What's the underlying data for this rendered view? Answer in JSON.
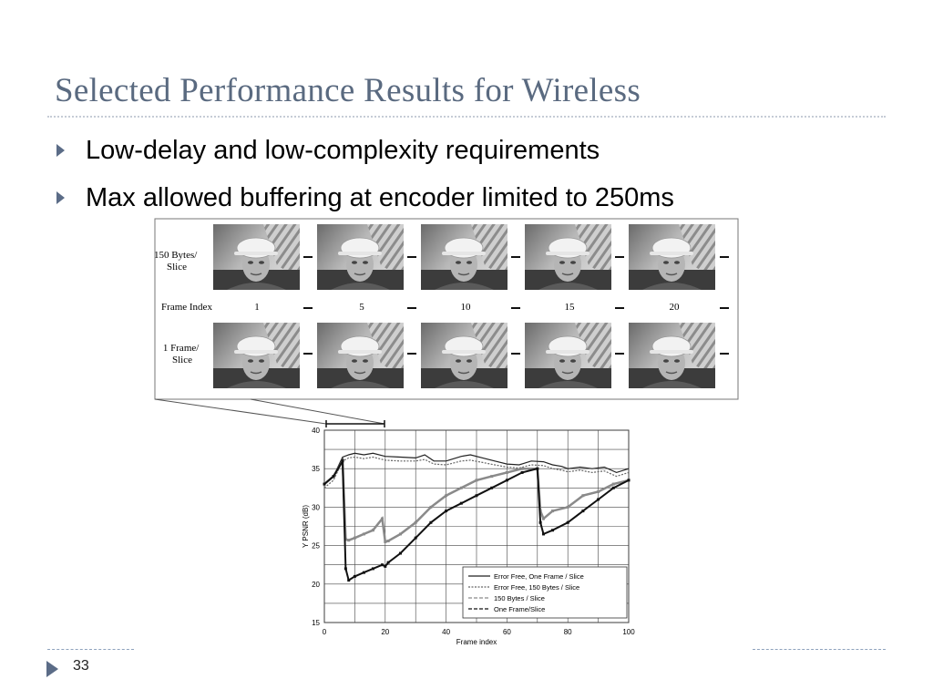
{
  "slide": {
    "title": "Selected Performance Results for Wireless",
    "bullets": [
      "Low-delay and low-complexity requirements",
      "Max allowed buffering at encoder limited to 250ms"
    ],
    "page_number": "33"
  },
  "figure": {
    "row_labels": {
      "top_line1": "150 Bytes/",
      "top_line2": "Slice",
      "middle": "Frame Index",
      "bottom_line1": "1 Frame/",
      "bottom_line2": "Slice"
    },
    "frame_indices": [
      "1",
      "5",
      "10",
      "15",
      "20"
    ]
  },
  "chart_data": {
    "type": "line",
    "xlabel": "Frame index",
    "ylabel": "Y PSNR (dB)",
    "xlim": [
      0,
      100
    ],
    "ylim": [
      15,
      40
    ],
    "xticks": [
      "0",
      "20",
      "40",
      "60",
      "80",
      "100"
    ],
    "yticks": [
      "15",
      "20",
      "25",
      "30",
      "35",
      "40"
    ],
    "grid": true,
    "legend_position": "bottom-right",
    "series": [
      {
        "name": "Error Free, One Frame / Slice",
        "color": "#222222",
        "style": "solid",
        "x": [
          0,
          3,
          6,
          8,
          10,
          13,
          16,
          20,
          25,
          30,
          33,
          36,
          40,
          45,
          48,
          52,
          56,
          60,
          64,
          68,
          72,
          75,
          78,
          80,
          84,
          88,
          92,
          96,
          100
        ],
        "y": [
          33,
          34,
          36.5,
          36.8,
          37,
          36.8,
          37,
          36.6,
          36.5,
          36.4,
          36.8,
          36,
          36,
          36.6,
          36.8,
          36.4,
          36,
          35.6,
          35.5,
          36,
          35.9,
          35.5,
          35.3,
          35,
          35.2,
          35,
          35.2,
          34.5,
          35
        ]
      },
      {
        "name": "Error Free, 150 Bytes / Slice",
        "color": "#666666",
        "style": "dotted",
        "x": [
          0,
          3,
          6,
          8,
          10,
          13,
          16,
          20,
          25,
          30,
          33,
          36,
          40,
          45,
          48,
          52,
          56,
          60,
          64,
          68,
          72,
          75,
          78,
          80,
          84,
          88,
          92,
          96,
          100
        ],
        "y": [
          32.5,
          33.5,
          36,
          36.4,
          36.5,
          36.3,
          36.5,
          36.1,
          36,
          36,
          36.2,
          35.6,
          35.5,
          36,
          36.1,
          35.8,
          35.5,
          35.2,
          35.1,
          35.5,
          35.4,
          35,
          34.8,
          34.6,
          34.8,
          34.5,
          34.7,
          34,
          34.5
        ]
      },
      {
        "name": "150 Bytes / Slice",
        "color": "#8a8a8a",
        "style": "marked",
        "x": [
          0,
          3,
          6,
          7,
          8,
          10,
          13,
          16,
          19,
          20,
          21,
          25,
          30,
          35,
          40,
          45,
          50,
          55,
          60,
          65,
          70,
          71,
          72,
          75,
          80,
          85,
          90,
          95,
          100
        ],
        "y": [
          33,
          34,
          36,
          25.8,
          25.7,
          26,
          26.5,
          27,
          28.5,
          25.5,
          25.6,
          26.5,
          28,
          30,
          31.5,
          32.5,
          33.5,
          34,
          34.5,
          35,
          35,
          29.5,
          28.5,
          29.5,
          30,
          31.5,
          32,
          33,
          33.5
        ]
      },
      {
        "name": "One Frame/Slice",
        "color": "#111111",
        "style": "marked-dark",
        "x": [
          0,
          3,
          6,
          7,
          8,
          10,
          13,
          16,
          19,
          20,
          21,
          25,
          30,
          35,
          40,
          45,
          50,
          55,
          60,
          65,
          70,
          71,
          72,
          75,
          80,
          85,
          90,
          95,
          100
        ],
        "y": [
          33,
          34,
          36,
          22,
          20.5,
          21,
          21.5,
          22,
          22.5,
          22.3,
          22.8,
          24,
          26,
          28,
          29.5,
          30.5,
          31.5,
          32.5,
          33.5,
          34.5,
          35,
          28,
          26.5,
          27,
          28,
          29.5,
          31,
          32.5,
          33.5
        ]
      }
    ]
  }
}
